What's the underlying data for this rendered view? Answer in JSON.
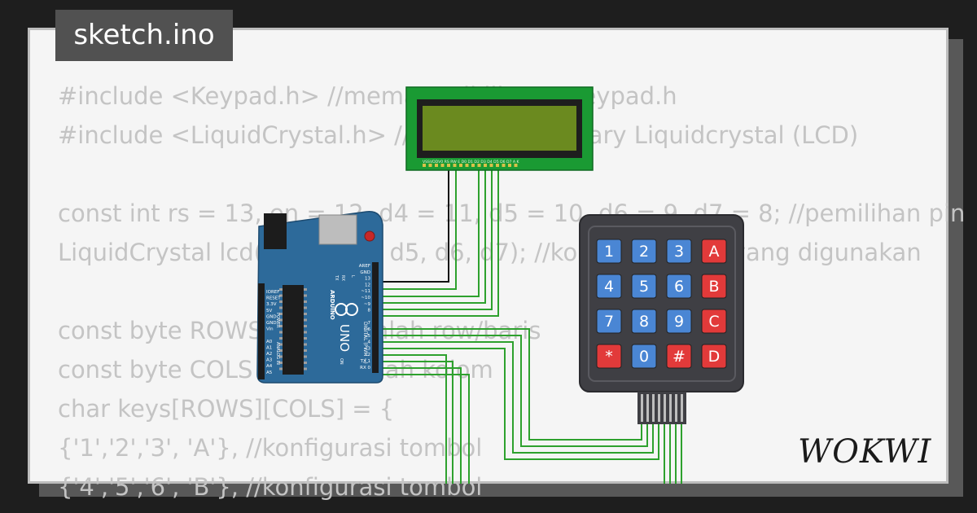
{
  "file_tab": "sketch.ino",
  "code_lines": [
    "#include <Keypad.h> //memanggil library Keypad.h",
    "#include <LiquidCrystal.h> //memanggil library Liquidcrystal (LCD)",
    "",
    "const int rs = 13, en = 12, d4 = 11, d5 = 10, d6 = 9, d7 = 8; //pemilihan pin",
    "LiquidCrystal lcd(rs, en, d4, d5, d6, d7); //konfigurasi pin yang digunakan",
    "",
    "const byte ROWS = 4; //jumlah row/baris",
    "const byte COLS = 4; //jumlah kolom",
    "char keys[ROWS][COLS] = {",
    "{'1','2','3', 'A'}, //konfigurasi tombol",
    "{'4','5','6', 'B'}, //konfigurasi tombol"
  ],
  "brand": "WOKWI",
  "lcd": {
    "pin_labels": "VSSVDDV0 RS RW E  D0 D1 D2 D3 D4 D5 D6 D7  A   K"
  },
  "arduino": {
    "model": "UNO",
    "name": "ARDUINO",
    "left_header_labels": [
      "IOREF",
      "RESET",
      "3.3V",
      "5V",
      "GND",
      "GND",
      "Vin",
      "",
      "A0",
      "A1",
      "A2",
      "A3",
      "A4",
      "A5"
    ],
    "power_label": "POWER",
    "analog_label": "ANALOG IN",
    "right_header_labels": [
      "AREF",
      "GND",
      "13",
      "12",
      "~11",
      "~10",
      "~9",
      "8",
      "",
      "7",
      "~6",
      "~5",
      "4",
      "~3",
      "2",
      "TX 1",
      "RX 0"
    ],
    "digital_label": "DIGITAL (PWM ~)",
    "tx_label": "TX",
    "rx_label": "RX",
    "on_label": "ON",
    "l_label": "L"
  },
  "keypad": {
    "keys": [
      [
        "1",
        "2",
        "3",
        "A"
      ],
      [
        "4",
        "5",
        "6",
        "B"
      ],
      [
        "7",
        "8",
        "9",
        "C"
      ],
      [
        "*",
        "0",
        "#",
        "D"
      ]
    ]
  },
  "colors": {
    "lcd_screen": "#6b8a1f",
    "lcd_board": "#1a9a33",
    "arduino_board": "#2d6a9a",
    "keypad_body": "#3f3f44",
    "key_blue": "#4a86d4",
    "key_red": "#e23a3a",
    "wire_green": "#2ea12e",
    "wire_black": "#111111"
  }
}
